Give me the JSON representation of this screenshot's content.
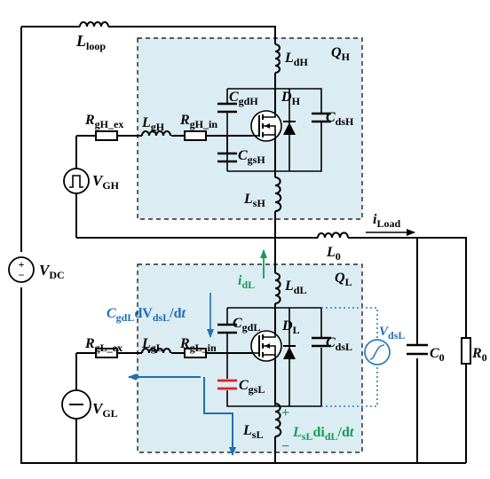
{
  "colors": {
    "box_fill": "#dbecf3",
    "green": "#10a050",
    "blue": "#1f6fb5",
    "red": "#e02020",
    "dotted_blue": "#2a7fc0"
  },
  "labels": {
    "l_loop": {
      "main": "L",
      "sub": "loop"
    },
    "q_h": {
      "main": "Q",
      "sub": "H"
    },
    "l_dh": {
      "main": "L",
      "sub": "dH"
    },
    "c_gdh": {
      "main": "C",
      "sub": "gdH"
    },
    "d_h": {
      "main": "D",
      "sub": "H"
    },
    "c_dsh": {
      "main": "C",
      "sub": "dsH"
    },
    "r_gh_ex": {
      "main": "R",
      "sub": "gH_ex"
    },
    "l_gh": {
      "main": "L",
      "sub": "gH"
    },
    "r_gh_in": {
      "main": "R",
      "sub": "gH_in"
    },
    "c_gsh": {
      "main": "C",
      "sub": "gsH"
    },
    "v_gh": {
      "main": "V",
      "sub": "GH"
    },
    "l_sh": {
      "main": "L",
      "sub": "sH"
    },
    "i_load": {
      "main": "i",
      "sub": "Load"
    },
    "l_0": {
      "main": "L",
      "sub": "0"
    },
    "v_dc": {
      "main": "V",
      "sub": "DC"
    },
    "i_dl": {
      "main": "i",
      "sub": "dL"
    },
    "l_dl": {
      "main": "L",
      "sub": "dL"
    },
    "q_l": {
      "main": "Q",
      "sub": "L"
    },
    "c_gdl_dv": {
      "p1": "C",
      "s1": "gdL",
      "p2": "dV",
      "s2": "dsL",
      "p3": "/d",
      "p4": "t"
    },
    "c_gdl": {
      "main": "C",
      "sub": "gdL"
    },
    "d_l": {
      "main": "D",
      "sub": "L"
    },
    "c_dsl": {
      "main": "C",
      "sub": "dsL"
    },
    "v_dsl": {
      "main": "V",
      "sub": "dsL"
    },
    "c_0": {
      "main": "C",
      "sub": "0"
    },
    "r_0": {
      "main": "R",
      "sub": "0"
    },
    "r_gl_ex": {
      "main": "R",
      "sub": "gL_ex"
    },
    "l_gl": {
      "main": "L",
      "sub": "gL"
    },
    "r_gl_in": {
      "main": "R",
      "sub": "gL_in"
    },
    "c_gsl": {
      "main": "C",
      "sub": "gsL"
    },
    "v_gl": {
      "main": "V",
      "sub": "GL"
    },
    "l_sl": {
      "main": "L",
      "sub": "sL"
    },
    "l_sl_di": {
      "p1": "L",
      "s1": "sL",
      "p2": "di",
      "s2": "dL",
      "p3": "/d",
      "p4": "t"
    },
    "plus": "+",
    "minus": "−",
    "vdc_plus": "+",
    "vdc_minus": "−"
  }
}
